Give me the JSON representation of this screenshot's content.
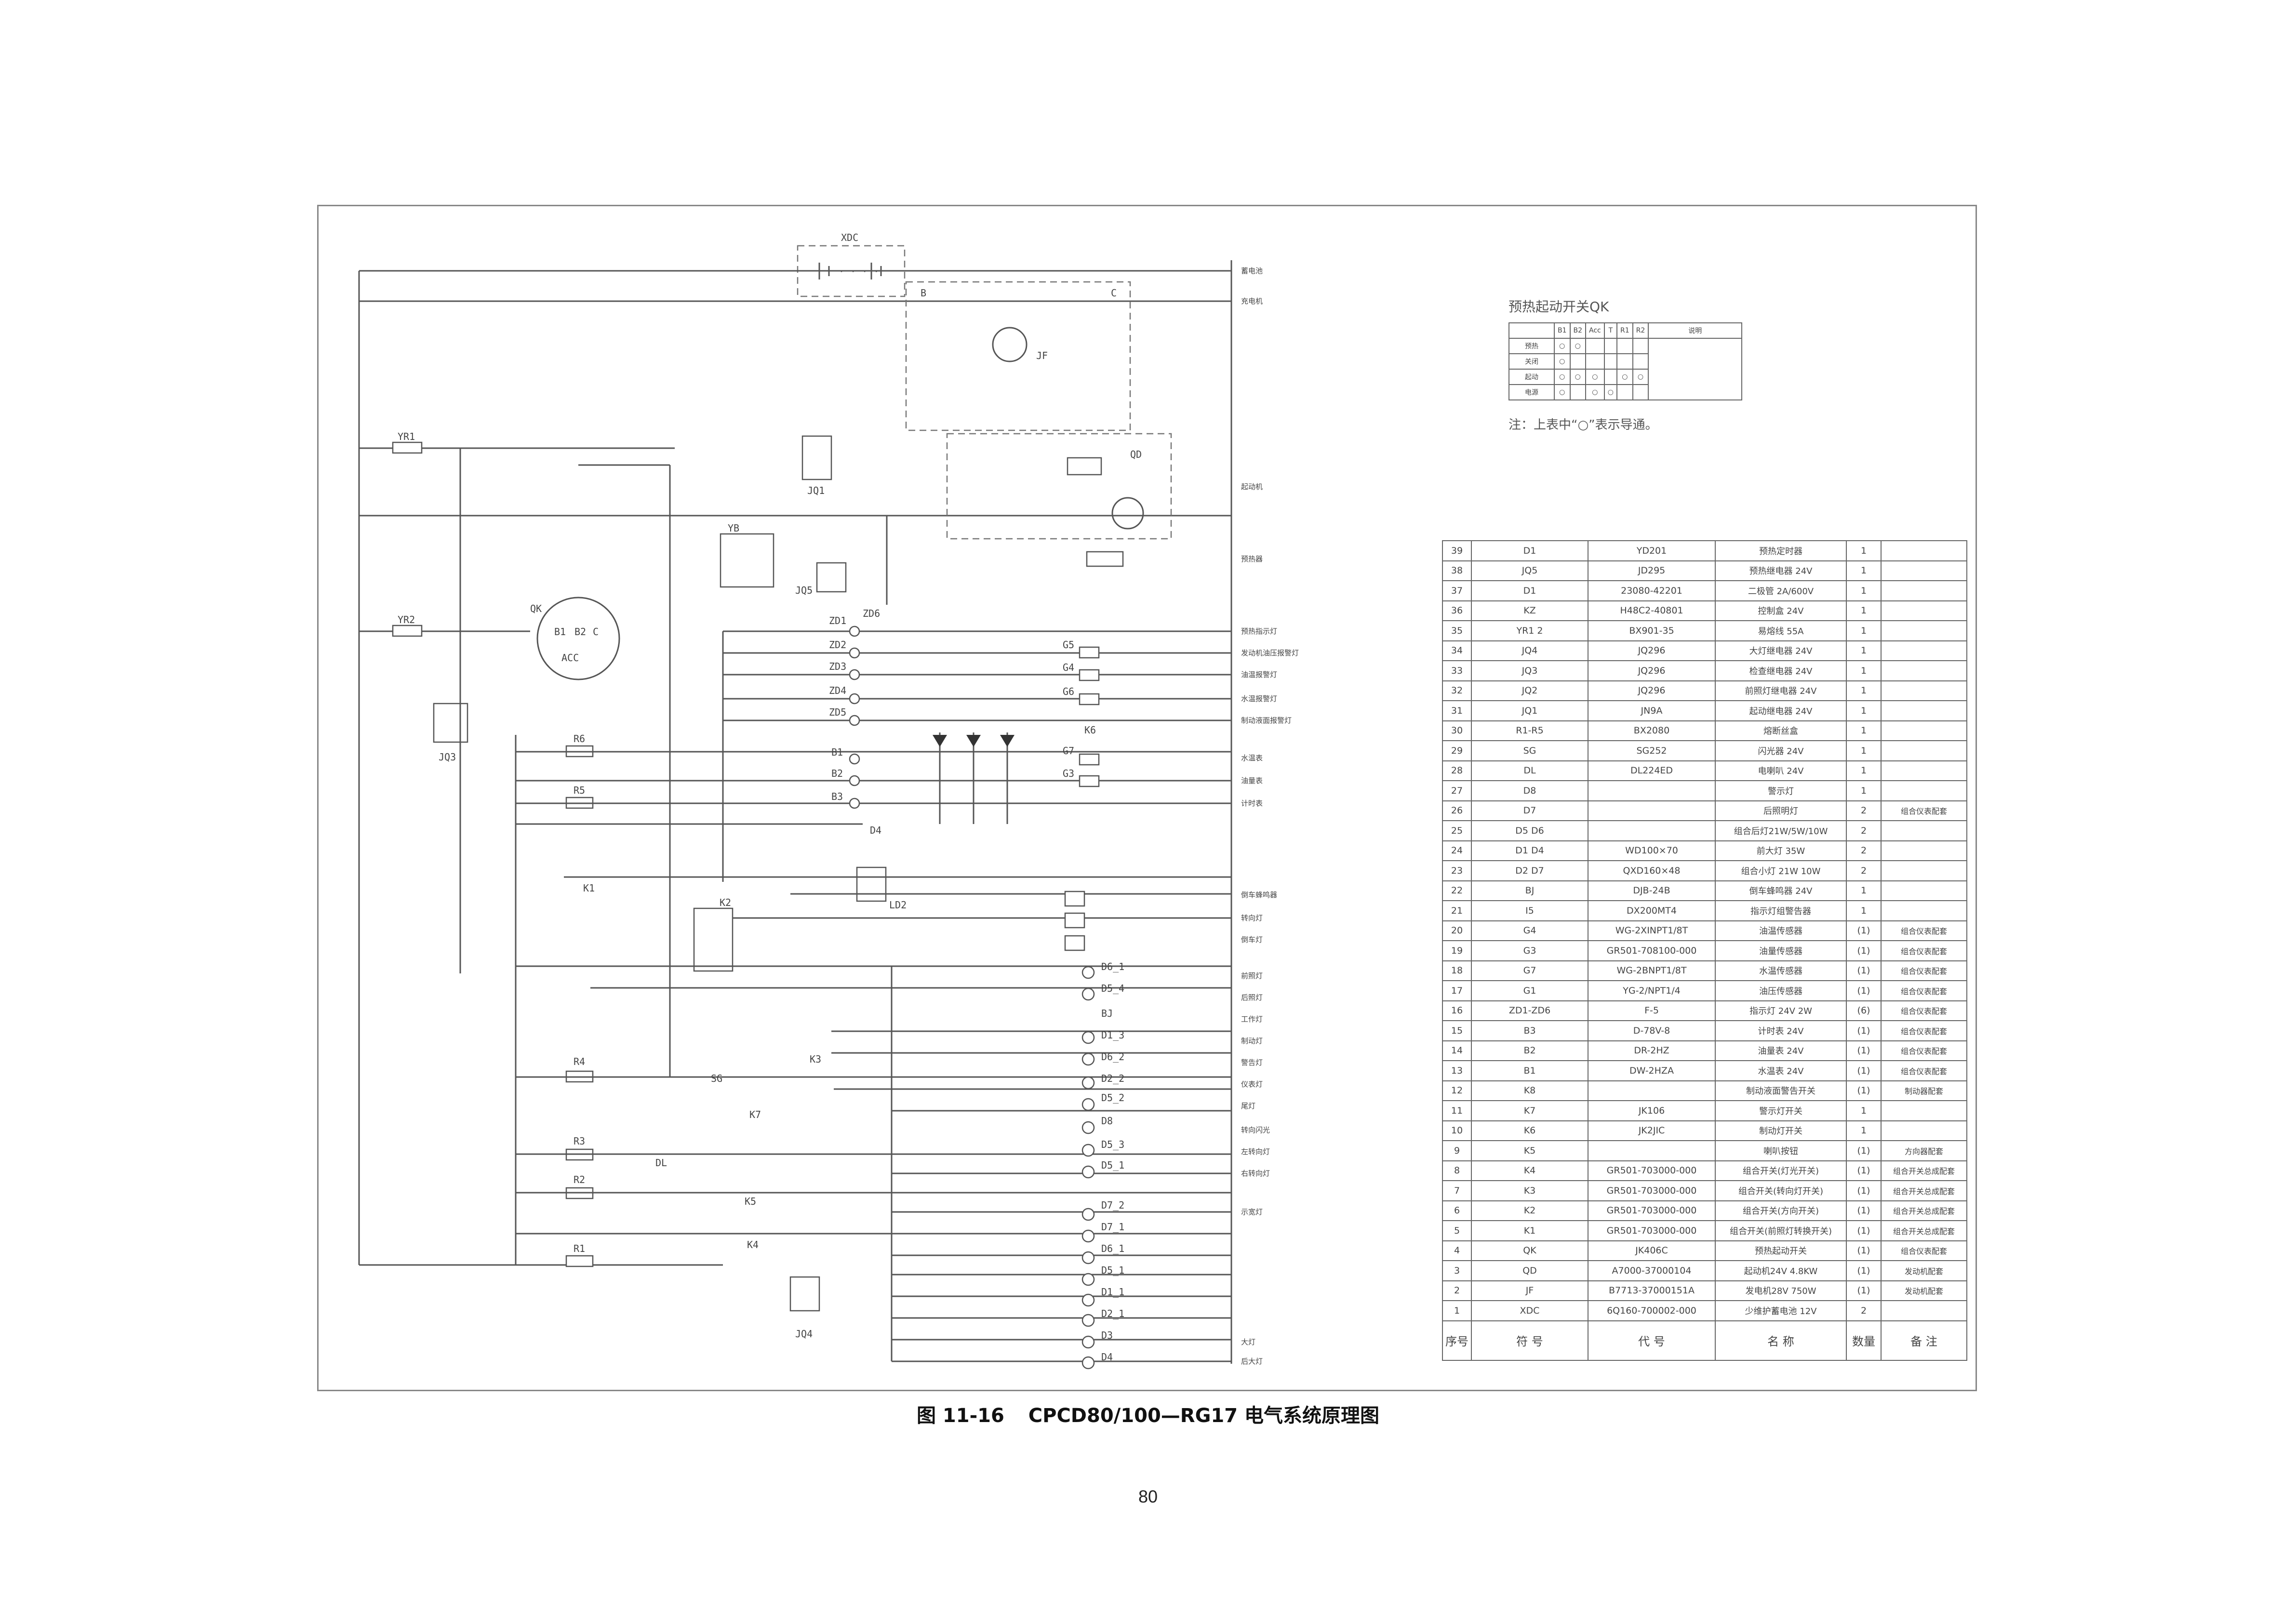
{
  "figure": {
    "label": "图 11-16",
    "title": "CPCD80/100—RG17 电气系统原理图",
    "page_number": "80"
  },
  "schematic": {
    "labels": [
      "XDC",
      "B",
      "C",
      "JF",
      "YR1",
      "YR2",
      "JQ1",
      "QD",
      "YB",
      "JQ5",
      "QK",
      "B1",
      "B2",
      "C",
      "ACC",
      "JQ3",
      "ZD1",
      "ZD6",
      "ZD2",
      "ZD3",
      "ZD4",
      "ZD5",
      "R6",
      "R5",
      "B1",
      "B2",
      "B3",
      "G5",
      "G4",
      "G6",
      "G7",
      "G3",
      "K6",
      "D4",
      "K1",
      "K2",
      "LD2",
      "K5",
      "K3",
      "K7",
      "K4",
      "JQ4",
      "R4",
      "R3",
      "R2",
      "R1",
      "BJ",
      "DL",
      "SG",
      "D6_1",
      "D5_4",
      "BJ",
      "D1_3",
      "D6_2",
      "D2_2",
      "D5_2",
      "D8",
      "D5_3",
      "D5_1",
      "D7_2",
      "D7_1",
      "D6_1",
      "D5_1",
      "D1_1",
      "D2_1",
      "D3",
      "D4"
    ],
    "signals": [
      "蓄电池",
      "充电机",
      "起动机",
      "预热器",
      "预热指示灯",
      "发动机油压报警灯",
      "油温报警灯",
      "水温报警灯",
      "制动液面报警灯",
      "水温表",
      "油量表",
      "计时表",
      "倒车蜂鸣器",
      "转向灯",
      "倒车灯",
      "前照灯",
      "后照灯",
      "工作灯",
      "制动灯",
      "警告灯",
      "仪表灯",
      "尾灯",
      "转向闪光",
      "左转向灯",
      "右转向灯",
      "示宽灯",
      "大灯",
      "后大灯"
    ]
  },
  "preheat_switch": {
    "title": "预热起动开关QK",
    "columns": [
      "B1",
      "B2",
      "Acc",
      "T",
      "R1",
      "R2",
      "说明"
    ],
    "rows": [
      "预热",
      "关闭",
      "起动",
      "电源"
    ],
    "note": "注：上表中“○”表示导通。"
  },
  "bom": {
    "header": {
      "no": "序号",
      "symbol": "符 号",
      "code": "代 号",
      "name": "名 称",
      "qty": "数量",
      "remark": "备 注"
    },
    "rows": [
      {
        "no": "39",
        "symbol": "D1",
        "code": "YD201",
        "name": "预热定时器",
        "qty": "1",
        "remark": ""
      },
      {
        "no": "38",
        "symbol": "JQ5",
        "code": "JD295",
        "name": "预热继电器 24V",
        "qty": "1",
        "remark": ""
      },
      {
        "no": "37",
        "symbol": "D1",
        "code": "23080-42201",
        "name": "二极管 2A/600V",
        "qty": "1",
        "remark": ""
      },
      {
        "no": "36",
        "symbol": "KZ",
        "code": "H48C2-40801",
        "name": "控制盒 24V",
        "qty": "1",
        "remark": ""
      },
      {
        "no": "35",
        "symbol": "YR1 2",
        "code": "BX901-35",
        "name": "易熔线 55A",
        "qty": "1",
        "remark": ""
      },
      {
        "no": "34",
        "symbol": "JQ4",
        "code": "JQ296",
        "name": "大灯继电器 24V",
        "qty": "1",
        "remark": ""
      },
      {
        "no": "33",
        "symbol": "JQ3",
        "code": "JQ296",
        "name": "检查继电器 24V",
        "qty": "1",
        "remark": ""
      },
      {
        "no": "32",
        "symbol": "JQ2",
        "code": "JQ296",
        "name": "前照灯继电器 24V",
        "qty": "1",
        "remark": ""
      },
      {
        "no": "31",
        "symbol": "JQ1",
        "code": "JN9A",
        "name": "起动继电器 24V",
        "qty": "1",
        "remark": ""
      },
      {
        "no": "30",
        "symbol": "R1-R5",
        "code": "BX2080",
        "name": "熔断丝盒",
        "qty": "1",
        "remark": ""
      },
      {
        "no": "29",
        "symbol": "SG",
        "code": "SG252",
        "name": "闪光器 24V",
        "qty": "1",
        "remark": ""
      },
      {
        "no": "28",
        "symbol": "DL",
        "code": "DL224ED",
        "name": "电喇叭 24V",
        "qty": "1",
        "remark": ""
      },
      {
        "no": "27",
        "symbol": "D8",
        "code": "",
        "name": "警示灯",
        "qty": "1",
        "remark": ""
      },
      {
        "no": "26",
        "symbol": "D7",
        "code": "",
        "name": "后照明灯",
        "qty": "2",
        "remark": "组合仪表配套"
      },
      {
        "no": "25",
        "symbol": "D5 D6",
        "code": "",
        "name": "组合后灯21W/5W/10W",
        "qty": "2",
        "remark": ""
      },
      {
        "no": "24",
        "symbol": "D1 D4",
        "code": "WD100×70",
        "name": "前大灯 35W",
        "qty": "2",
        "remark": ""
      },
      {
        "no": "23",
        "symbol": "D2 D7",
        "code": "QXD160×48",
        "name": "组合小灯 21W 10W",
        "qty": "2",
        "remark": ""
      },
      {
        "no": "22",
        "symbol": "BJ",
        "code": "DJB-24B",
        "name": "倒车蜂鸣器 24V",
        "qty": "1",
        "remark": ""
      },
      {
        "no": "21",
        "symbol": "I5",
        "code": "DX200MT4",
        "name": "指示灯组警告器",
        "qty": "1",
        "remark": ""
      },
      {
        "no": "20",
        "symbol": "G4",
        "code": "WG-2XINPT1/8T",
        "name": "油温传感器",
        "qty": "(1)",
        "remark": "组合仪表配套"
      },
      {
        "no": "19",
        "symbol": "G3",
        "code": "GR501-708100-000",
        "name": "油量传感器",
        "qty": "(1)",
        "remark": "组合仪表配套"
      },
      {
        "no": "18",
        "symbol": "G7",
        "code": "WG-2BNPT1/8T",
        "name": "水温传感器",
        "qty": "(1)",
        "remark": "组合仪表配套"
      },
      {
        "no": "17",
        "symbol": "G1",
        "code": "YG-2/NPT1/4",
        "name": "油压传感器",
        "qty": "(1)",
        "remark": "组合仪表配套"
      },
      {
        "no": "16",
        "symbol": "ZD1-ZD6",
        "code": "F-5",
        "name": "指示灯 24V 2W",
        "qty": "(6)",
        "remark": "组合仪表配套"
      },
      {
        "no": "15",
        "symbol": "B3",
        "code": "D-78V-8",
        "name": "计时表 24V",
        "qty": "(1)",
        "remark": "组合仪表配套"
      },
      {
        "no": "14",
        "symbol": "B2",
        "code": "DR-2HZ",
        "name": "油量表 24V",
        "qty": "(1)",
        "remark": "组合仪表配套"
      },
      {
        "no": "13",
        "symbol": "B1",
        "code": "DW-2HZA",
        "name": "水温表 24V",
        "qty": "(1)",
        "remark": "组合仪表配套"
      },
      {
        "no": "12",
        "symbol": "K8",
        "code": "",
        "name": "制动液面警告开关",
        "qty": "(1)",
        "remark": "制动器配套"
      },
      {
        "no": "11",
        "symbol": "K7",
        "code": "JK106",
        "name": "警示灯开关",
        "qty": "1",
        "remark": ""
      },
      {
        "no": "10",
        "symbol": "K6",
        "code": "JK2JIC",
        "name": "制动灯开关",
        "qty": "1",
        "remark": ""
      },
      {
        "no": "9",
        "symbol": "K5",
        "code": "",
        "name": "喇叭按钮",
        "qty": "(1)",
        "remark": "方向器配套"
      },
      {
        "no": "8",
        "symbol": "K4",
        "code": "GR501-703000-000",
        "name": "组合开关(灯光开关)",
        "qty": "(1)",
        "remark": "组合开关总成配套"
      },
      {
        "no": "7",
        "symbol": "K3",
        "code": "GR501-703000-000",
        "name": "组合开关(转向灯开关)",
        "qty": "(1)",
        "remark": "组合开关总成配套"
      },
      {
        "no": "6",
        "symbol": "K2",
        "code": "GR501-703000-000",
        "name": "组合开关(方向开关)",
        "qty": "(1)",
        "remark": "组合开关总成配套"
      },
      {
        "no": "5",
        "symbol": "K1",
        "code": "GR501-703000-000",
        "name": "组合开关(前照灯转换开关)",
        "qty": "(1)",
        "remark": "组合开关总成配套"
      },
      {
        "no": "4",
        "symbol": "QK",
        "code": "JK406C",
        "name": "预热起动开关",
        "qty": "(1)",
        "remark": "组合仪表配套"
      },
      {
        "no": "3",
        "symbol": "QD",
        "code": "A7000-37000104",
        "name": "起动机24V 4.8KW",
        "qty": "(1)",
        "remark": "发动机配套"
      },
      {
        "no": "2",
        "symbol": "JF",
        "code": "B7713-37000151A",
        "name": "发电机28V 750W",
        "qty": "(1)",
        "remark": "发动机配套"
      },
      {
        "no": "1",
        "symbol": "XDC",
        "code": "6Q160-700002-000",
        "name": "少维护蓄电池 12V",
        "qty": "2",
        "remark": ""
      }
    ]
  }
}
